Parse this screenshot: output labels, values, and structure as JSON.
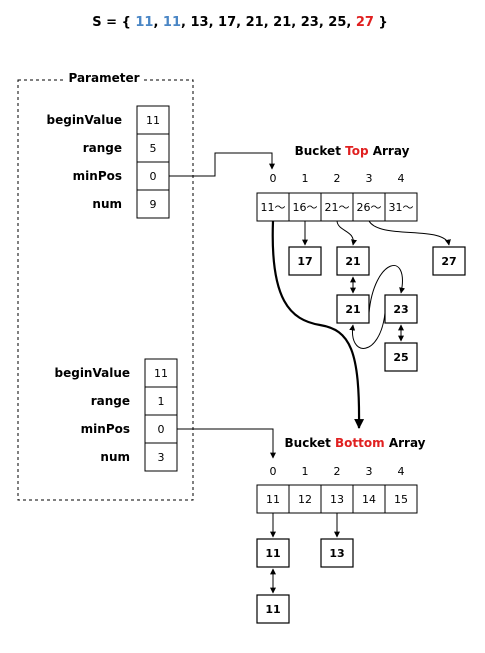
{
  "title": {
    "prefix": "S = {",
    "values": [
      {
        "text": "11",
        "color": "#4a86c5"
      },
      {
        "text": "11",
        "color": "#4a86c5"
      },
      {
        "text": "13"
      },
      {
        "text": "17"
      },
      {
        "text": "21"
      },
      {
        "text": "21"
      },
      {
        "text": "23"
      },
      {
        "text": "25"
      },
      {
        "text": "27",
        "color": "#e02020"
      }
    ],
    "suffix": "}"
  },
  "parameter_panel": {
    "label": "Parameter",
    "sets": [
      {
        "rows": [
          {
            "label": "beginValue",
            "value": "11"
          },
          {
            "label": "range",
            "value": "5"
          },
          {
            "label": "minPos",
            "value": "0"
          },
          {
            "label": "num",
            "value": "9"
          }
        ]
      },
      {
        "rows": [
          {
            "label": "beginValue",
            "value": "11"
          },
          {
            "label": "range",
            "value": "1"
          },
          {
            "label": "minPos",
            "value": "0"
          },
          {
            "label": "num",
            "value": "3"
          }
        ]
      }
    ]
  },
  "top_array": {
    "title": {
      "before": "Bucket ",
      "highlight": "Top",
      "after": " Array",
      "highlight_color": "#e02020"
    },
    "indices": [
      "0",
      "1",
      "2",
      "3",
      "4"
    ],
    "cells": [
      "11～",
      "16～",
      "21～",
      "26～",
      "31～"
    ],
    "nodes": [
      "17",
      "21",
      "21",
      "23",
      "25",
      "27"
    ]
  },
  "bottom_array": {
    "title": {
      "before": "Bucket ",
      "highlight": "Bottom",
      "after": " Array",
      "highlight_color": "#e02020"
    },
    "indices": [
      "0",
      "1",
      "2",
      "3",
      "4"
    ],
    "cells": [
      "11",
      "12",
      "13",
      "14",
      "15"
    ],
    "nodes": [
      "11",
      "13",
      "11"
    ]
  }
}
